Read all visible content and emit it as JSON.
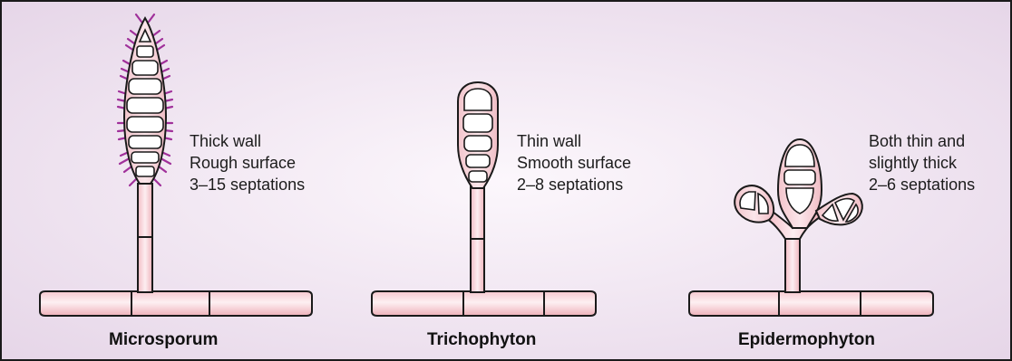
{
  "panels": [
    {
      "name": "Microsporum",
      "desc": [
        "Thick wall",
        "Rough surface",
        "3–15 septations"
      ]
    },
    {
      "name": "Trichophyton",
      "desc": [
        "Thin wall",
        "Smooth surface",
        "2–8 septations"
      ]
    },
    {
      "name": "Epidermophyton",
      "desc": [
        "Both thin and",
        "slightly thick",
        "2–6 septations"
      ]
    }
  ],
  "colors": {
    "background_center": "#fbf5fb",
    "background_edge": "#e8d9ea",
    "hypha_fill_light": "#fbe6ea",
    "hypha_fill_dark": "#f2b8c0",
    "outline": "#1a1a1a",
    "spine": "#a0309a",
    "cell": "#ffffff"
  }
}
